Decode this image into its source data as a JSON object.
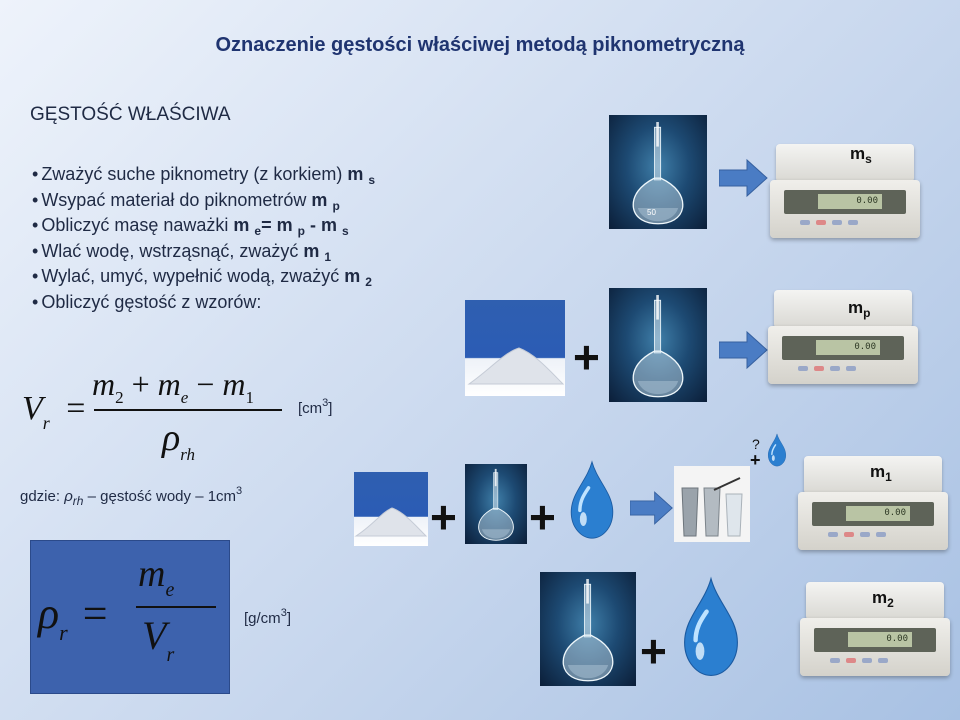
{
  "title": "Oznaczenie gęstości właściwej metodą piknometryczną",
  "subtitle": "GĘSTOŚĆ WŁAŚCIWA",
  "steps": [
    {
      "text": "Zważyć suche piknometry (z korkiem) ",
      "sym": "m",
      "sub": "s",
      "extra": ""
    },
    {
      "text": "Wsypać materiał do piknometrów ",
      "sym": "m",
      "sub": "p",
      "extra": ""
    },
    {
      "text": "Obliczyć masę naważki ",
      "sym": "m",
      "sub": "e",
      "extra": "= m",
      "extra_sub": "p",
      "extra2": " - m",
      "extra2_sub": "s"
    },
    {
      "text": "Wlać wodę, wstrząsnąć, zważyć ",
      "sym": "m",
      "sub": "1",
      "extra": ""
    },
    {
      "text": "Wylać, umyć, wypełnić wodą, zważyć ",
      "sym": "m",
      "sub": "2",
      "extra": ""
    },
    {
      "text": "Obliczyć gęstość z wzorów:",
      "sym": "",
      "sub": "",
      "extra": ""
    }
  ],
  "formula_vr": {
    "lhs": "V",
    "lhs_sub": "r",
    "num_a": "m",
    "num_a_sub": "2",
    "op1": "+",
    "num_b": "m",
    "num_b_sub": "e",
    "op2": "−",
    "num_c": "m",
    "num_c_sub": "1",
    "den": "ρ",
    "den_sub": "rh",
    "unit_pre": "[cm",
    "unit_sup": "3",
    "unit_post": "]"
  },
  "note": {
    "pre": "gdzie: ",
    "sym": "ρ",
    "sym_sub": "rh",
    "post": " – gęstość wody – 1cm",
    "post_sup": "3"
  },
  "formula_rr": {
    "lhs": "ρ",
    "lhs_sub": "r",
    "num": "m",
    "num_sub": "e",
    "den": "V",
    "den_sub": "r",
    "unit_pre": "[g/cm",
    "unit_sup": "3",
    "unit_post": "]"
  },
  "scales": [
    {
      "sym": "m",
      "sub": "s",
      "display": "0.00"
    },
    {
      "sym": "m",
      "sub": "p",
      "display": "0.00"
    },
    {
      "sym": "m",
      "sub": "1",
      "display": "0.00"
    },
    {
      "sym": "m",
      "sub": "2",
      "display": "0.00"
    }
  ],
  "flask_label": "50",
  "question": "?",
  "plus": "+",
  "colors": {
    "title": "#1f3470",
    "arrow": "#4a7cc4",
    "box": "#3d62ad"
  }
}
